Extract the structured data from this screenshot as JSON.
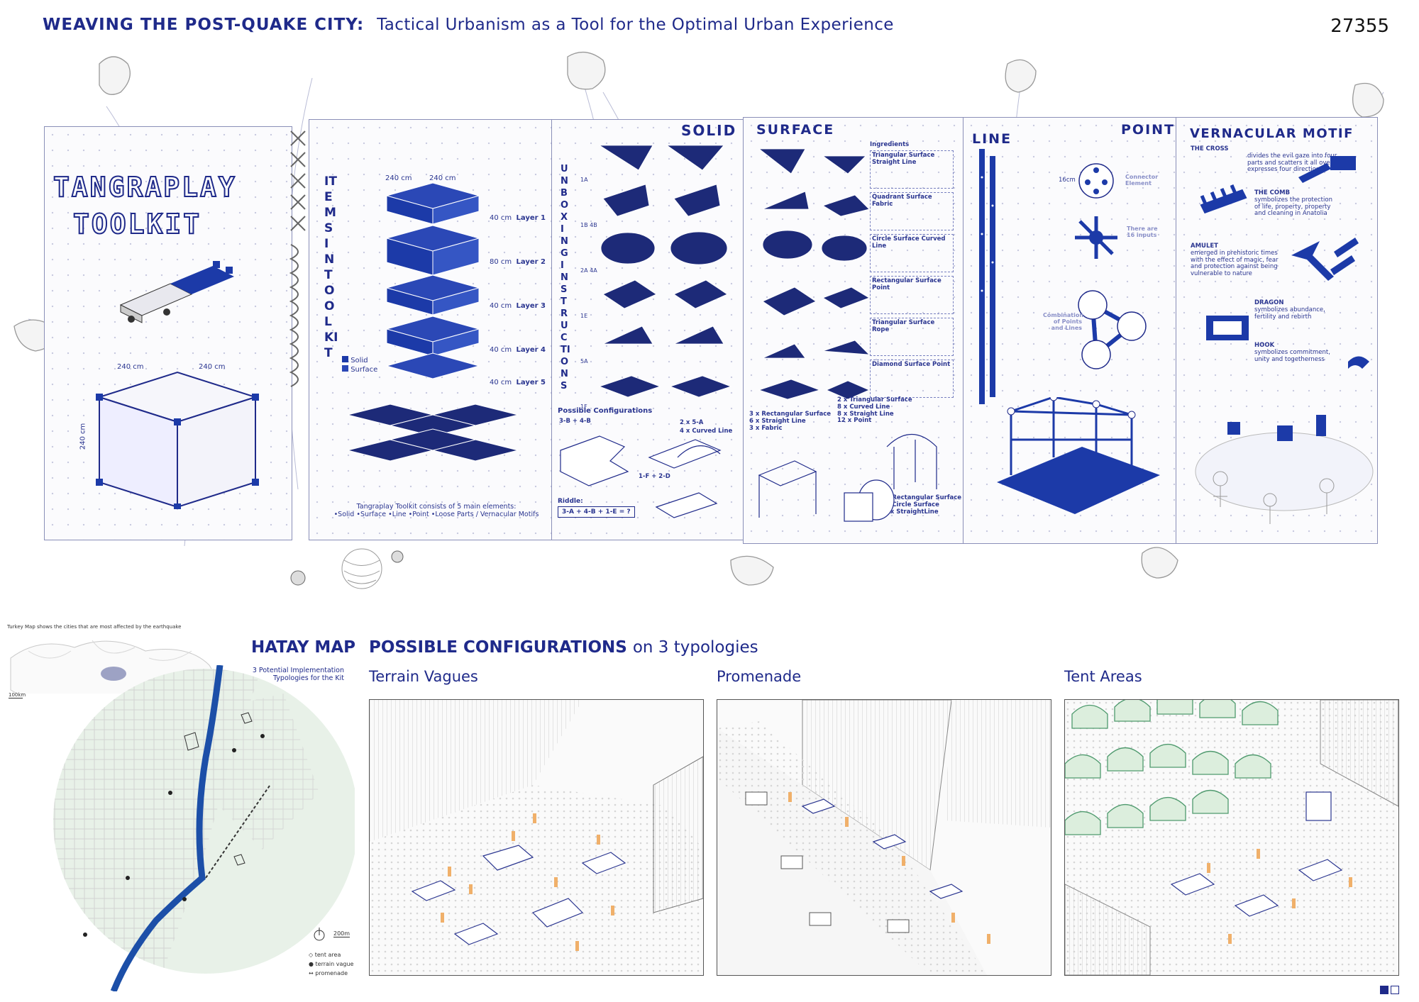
{
  "header": {
    "title_main": "WEAVING THE POST-QUAKE CITY:",
    "title_sub": "Tactical Urbanism as a Tool for the Optimal Urban Experience",
    "id_number": "27355"
  },
  "toolkit": {
    "logo_line1": "TANGRAPLAY",
    "logo_line2": "TOOLKIT",
    "cube_dim_left": "240 cm",
    "cube_dim_right": "240 cm",
    "cube_dim_height": "240 cm",
    "items_vertical": "ITEMS IN TOOLKIT",
    "stack_dim_top1": "240 cm",
    "stack_dim_top2": "240 cm",
    "layers": [
      {
        "height": "40 cm",
        "label": "Layer 1"
      },
      {
        "height": "80 cm",
        "label": "Layer 2"
      },
      {
        "height": "40 cm",
        "label": "Layer 3"
      },
      {
        "height": "40 cm",
        "label": "Layer 4"
      },
      {
        "height": "40 cm",
        "label": "Layer 5"
      }
    ],
    "legend_solid": "Solid",
    "legend_surface": "Surface",
    "note_line1": "Tangraplay Toolkit consists of 5 main elements:",
    "note_line2": "•Solid  •Surface  •Line  •Point  •Loose Parts / Vernacular Motifs"
  },
  "solid": {
    "heading": "SOLID",
    "unboxing_vertical": "UNBOXING INSTRUCTIONS",
    "row_labels": [
      "1A",
      "1B 4B",
      "2A 4A",
      "1E",
      "5A",
      "1F"
    ],
    "configs_title": "Possible Configurations",
    "config1": "3-B + 4-B",
    "config2a": "2 x 5-A",
    "config2b": "4 x Curved Line",
    "config3": "1-F + 2-D",
    "riddle_title": "Riddle:",
    "riddle_text": "3-A + 4-B + 1-E = ?"
  },
  "surface": {
    "heading": "SURFACE",
    "ingredients_title": "Ingredients",
    "ingredients": [
      "Triangular Surface Straight Line",
      "Quadrant Surface Fabric",
      "Circle Surface Curved Line",
      "Rectangular Surface Point",
      "Triangular Surface Rope",
      "Diamond Surface Point"
    ],
    "combo1": [
      "3 x Rectangular Surface",
      "6 x Straight Line",
      "3 x Fabric"
    ],
    "combo2": [
      "2 x Triangular Surface",
      "8 x Curved Line",
      "8 x Straight Line",
      "12 x Point"
    ],
    "combo3": [
      "1 x Rectangular Surface",
      "1 x Circle Surface",
      "14 x StraightLine"
    ]
  },
  "line_point": {
    "heading_line": "LINE",
    "heading_point": "POINT",
    "dim": "16cm",
    "connector": "Connector Element",
    "inputs": "There are 16 inputs",
    "combination": "Combination of Points and Lines"
  },
  "vernacular": {
    "heading": "VERNACULAR MOTIF",
    "motifs": [
      {
        "name": "THE CROSS",
        "desc": "divides the evil gaze into four parts and scatters it all over, expresses four directions"
      },
      {
        "name": "THE COMB",
        "desc": "symbolizes the protection of life, property, property and cleaning in Anatolia"
      },
      {
        "name": "AMULET",
        "desc": "emerged in prehistoric times with the effect of magic, fear and protection against being vulnerable to nature"
      },
      {
        "name": "DRAGON",
        "desc": "symbolizes abundance, fertility and rebirth"
      },
      {
        "name": "HOOK",
        "desc": "symbolizes commitment, unity and togetherness"
      }
    ]
  },
  "map": {
    "turkey_caption": "Turkey Map shows the cities that are most affected by the earthquake",
    "scale_turkey": "100km",
    "title": "HATAY MAP",
    "potential_line1": "3 Potential Implementation",
    "potential_line2": "Typologies for the Kit",
    "scale": "200m",
    "legend": [
      "tent area",
      "terrain vague",
      "promenade"
    ]
  },
  "configurations": {
    "title_bold": "POSSIBLE CONFIGURATIONS",
    "title_rest": "on 3 typologies",
    "typologies": [
      "Terrain Vagues",
      "Promenade",
      "Tent Areas"
    ]
  },
  "colors": {
    "primary": "#1f2a8a",
    "accent": "#1c3aa8",
    "figure": "#f0b06a",
    "tent": "#4f9a6e"
  }
}
